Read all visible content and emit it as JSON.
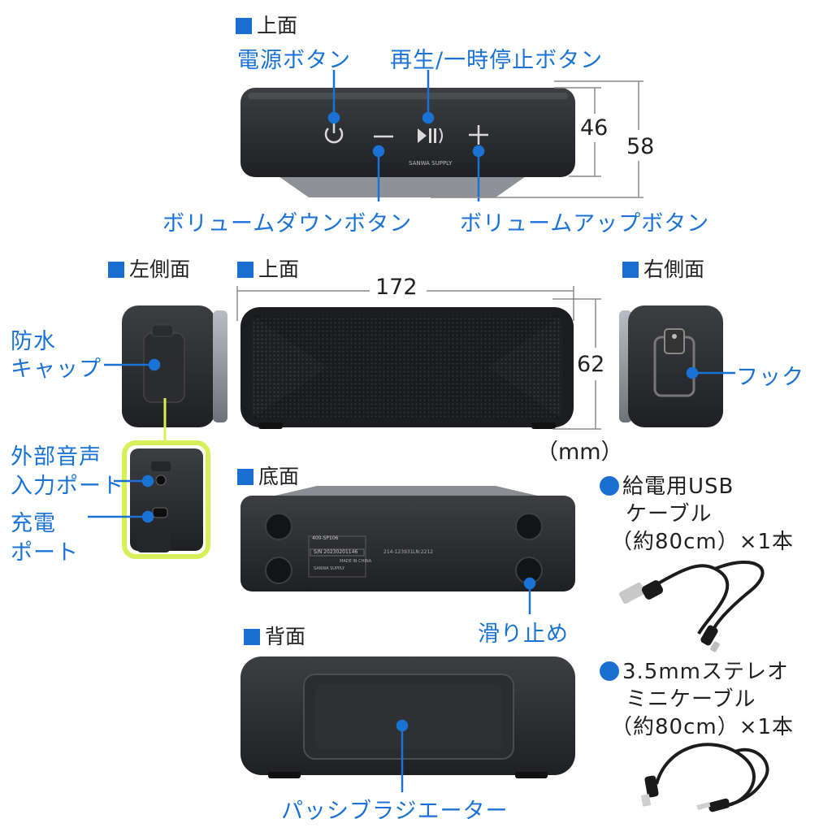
{
  "sections": {
    "top_view": "上面",
    "left_side": "左側面",
    "top_view_2": "上面",
    "right_side": "右側面",
    "bottom": "底面",
    "back": "背面"
  },
  "callouts": {
    "power_button": "電源ボタン",
    "play_pause_button": "再生/一時停止ボタン",
    "volume_down_button": "ボリュームダウンボタン",
    "volume_up_button": "ボリュームアップボタン",
    "waterproof_cap_1": "防水",
    "waterproof_cap_2": "キャップ",
    "external_audio_input_1": "外部音声",
    "external_audio_input_2": "入力ポート",
    "charging_port_1": "充電",
    "charging_port_2": "ポート",
    "hook": "フック",
    "anti_slip": "滑り止め",
    "passive_radiator": "パッシブラジエーター"
  },
  "dimensions": {
    "height_inner": "46",
    "height_outer": "58",
    "width": "172",
    "depth": "62",
    "unit": "（mm）"
  },
  "accessories": [
    {
      "line1": "給電用USB",
      "line2": "ケーブル",
      "line3": "（約80cm）×1本"
    },
    {
      "line1": "3.5mmステレオ",
      "line2": "ミニケーブル",
      "line3": "（約80cm）×1本"
    }
  ],
  "device_print": {
    "brand": "SANWA SUPPLY",
    "model": "400-SP106",
    "serial": "S/N 20230201146",
    "made_in": "MADE IN CHINA",
    "code": "214-123931",
    "lot": "LN:2212"
  },
  "colors": {
    "accent": "#1a73d4",
    "highlight_frame": "#d7f05a",
    "device": "#2b2d30"
  }
}
